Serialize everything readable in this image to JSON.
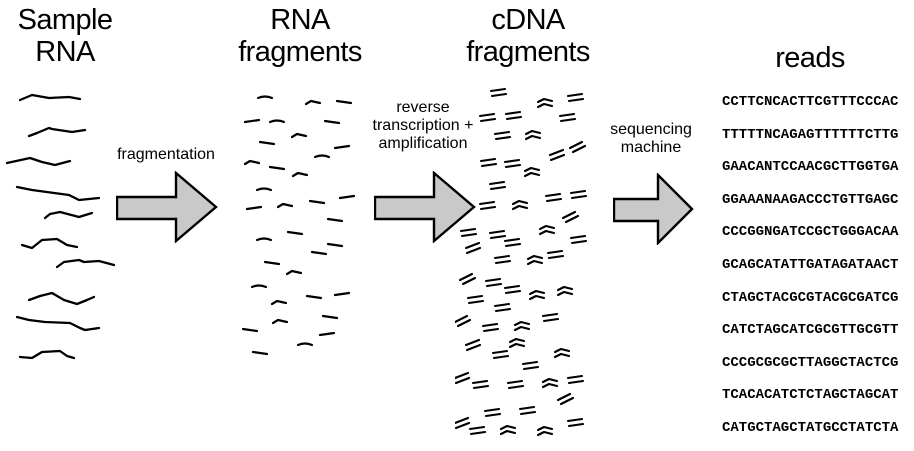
{
  "headers": {
    "sample_rna": "Sample\nRNA",
    "rna_fragments": "RNA\nfragments",
    "cdna_fragments": "cDNA\nfragments",
    "reads": "reads"
  },
  "steps": {
    "fragmentation": "fragmentation",
    "reverse_transcription": "reverse\ntranscription +\namplification",
    "sequencing_machine": "sequencing\nmachine"
  },
  "reads": {
    "items": [
      "CCTTCNCACTTCGTTTCCCAC",
      "TTTTTNCAGAGTTTTTTCTTG",
      "GAACANTCCAACGCTTGGTGA",
      "GGAAANAAGACCCTGTTGAGC",
      "CCCGGNGATCCGCTGGGACAA",
      "GCAGCATATTGATAGATAACT",
      "CTAGCTACGCGTACGCGATCG",
      "CATCTAGCATCGCGTTGCGTT",
      "CCCGCGCGCTTAGGCTACTCG",
      "TCACACATCTCTAGCTAGCAT",
      "CATGCTAGCTATGCCTATCTA"
    ]
  },
  "icons": {
    "process_arrow": "block-arrow-right",
    "sample_rna": "wavy-strand-lines",
    "rna_fragment": "short-dash",
    "cdna_fragment": "double-parallel-dash"
  },
  "colors": {
    "background": "#ffffff",
    "arrow_fill": "#c9c9c9",
    "arrow_stroke": "#000000",
    "text": "#000000"
  }
}
